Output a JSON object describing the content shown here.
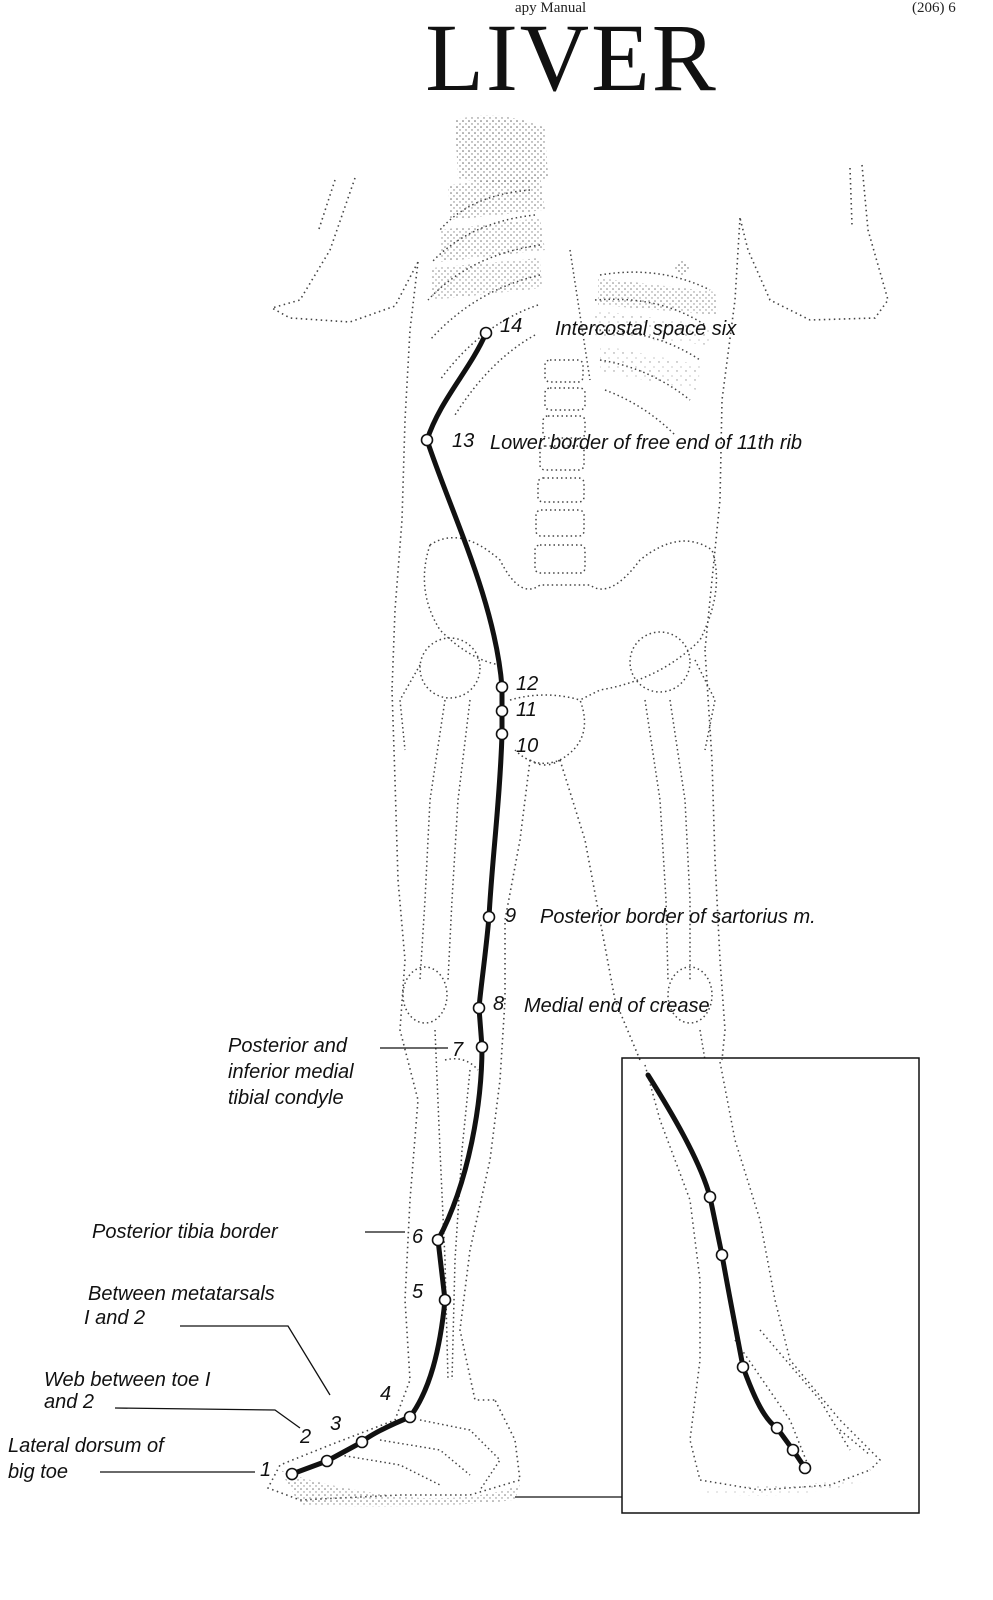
{
  "header": {
    "running_text": "apy Manual",
    "page_number": "(206) 6"
  },
  "title": "LIVER",
  "points": [
    {
      "num": "14",
      "label": "Intercostal space six"
    },
    {
      "num": "13",
      "label": "Lower border of free end of 11th rib"
    },
    {
      "num": "12",
      "label": ""
    },
    {
      "num": "11",
      "label": ""
    },
    {
      "num": "10",
      "label": ""
    },
    {
      "num": "9",
      "label": "Posterior border of sartorius m."
    },
    {
      "num": "8",
      "label": "Medial end of crease"
    },
    {
      "num": "7",
      "label": "Posterior and",
      "label2": "inferior medial",
      "label3": "tibial condyle"
    },
    {
      "num": "6",
      "label": "Posterior tibia border"
    },
    {
      "num": "5",
      "label": ""
    },
    {
      "num": "4",
      "label": ""
    },
    {
      "num": "3",
      "label": "Between metatarsals",
      "label2": "I and 2"
    },
    {
      "num": "2",
      "label": "Web between toe I",
      "label2": "and 2"
    },
    {
      "num": "1",
      "label": "Lateral dorsum of",
      "label2": "big toe"
    }
  ],
  "colors": {
    "ink": "#111111",
    "stipple": "#555555",
    "paper": "#ffffff"
  }
}
